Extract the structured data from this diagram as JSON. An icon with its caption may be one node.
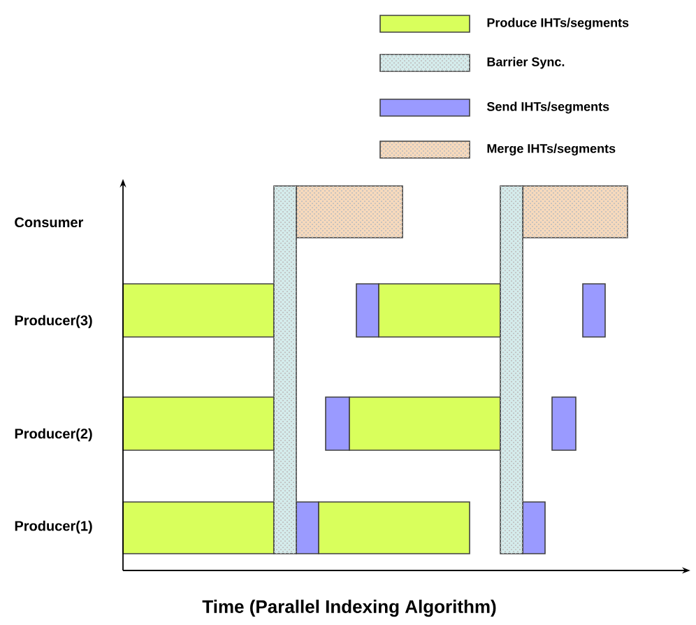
{
  "diagram": {
    "caption": "Time (Parallel Indexing Algorithm)",
    "labels": [
      "Consumer",
      "Producer(3)",
      "Producer(2)",
      "Producer(1)"
    ],
    "legend": [
      {
        "text": "Produce IHTs/segments",
        "color": "#d9ff5c"
      },
      {
        "text": "Barrier Sync.",
        "color": "#d4ebeb"
      },
      {
        "text": "Send IHTs/segments",
        "color": "#9a9aff"
      },
      {
        "text": "Merge IHTs/segments",
        "color": "#f6d9bc"
      }
    ]
  }
}
